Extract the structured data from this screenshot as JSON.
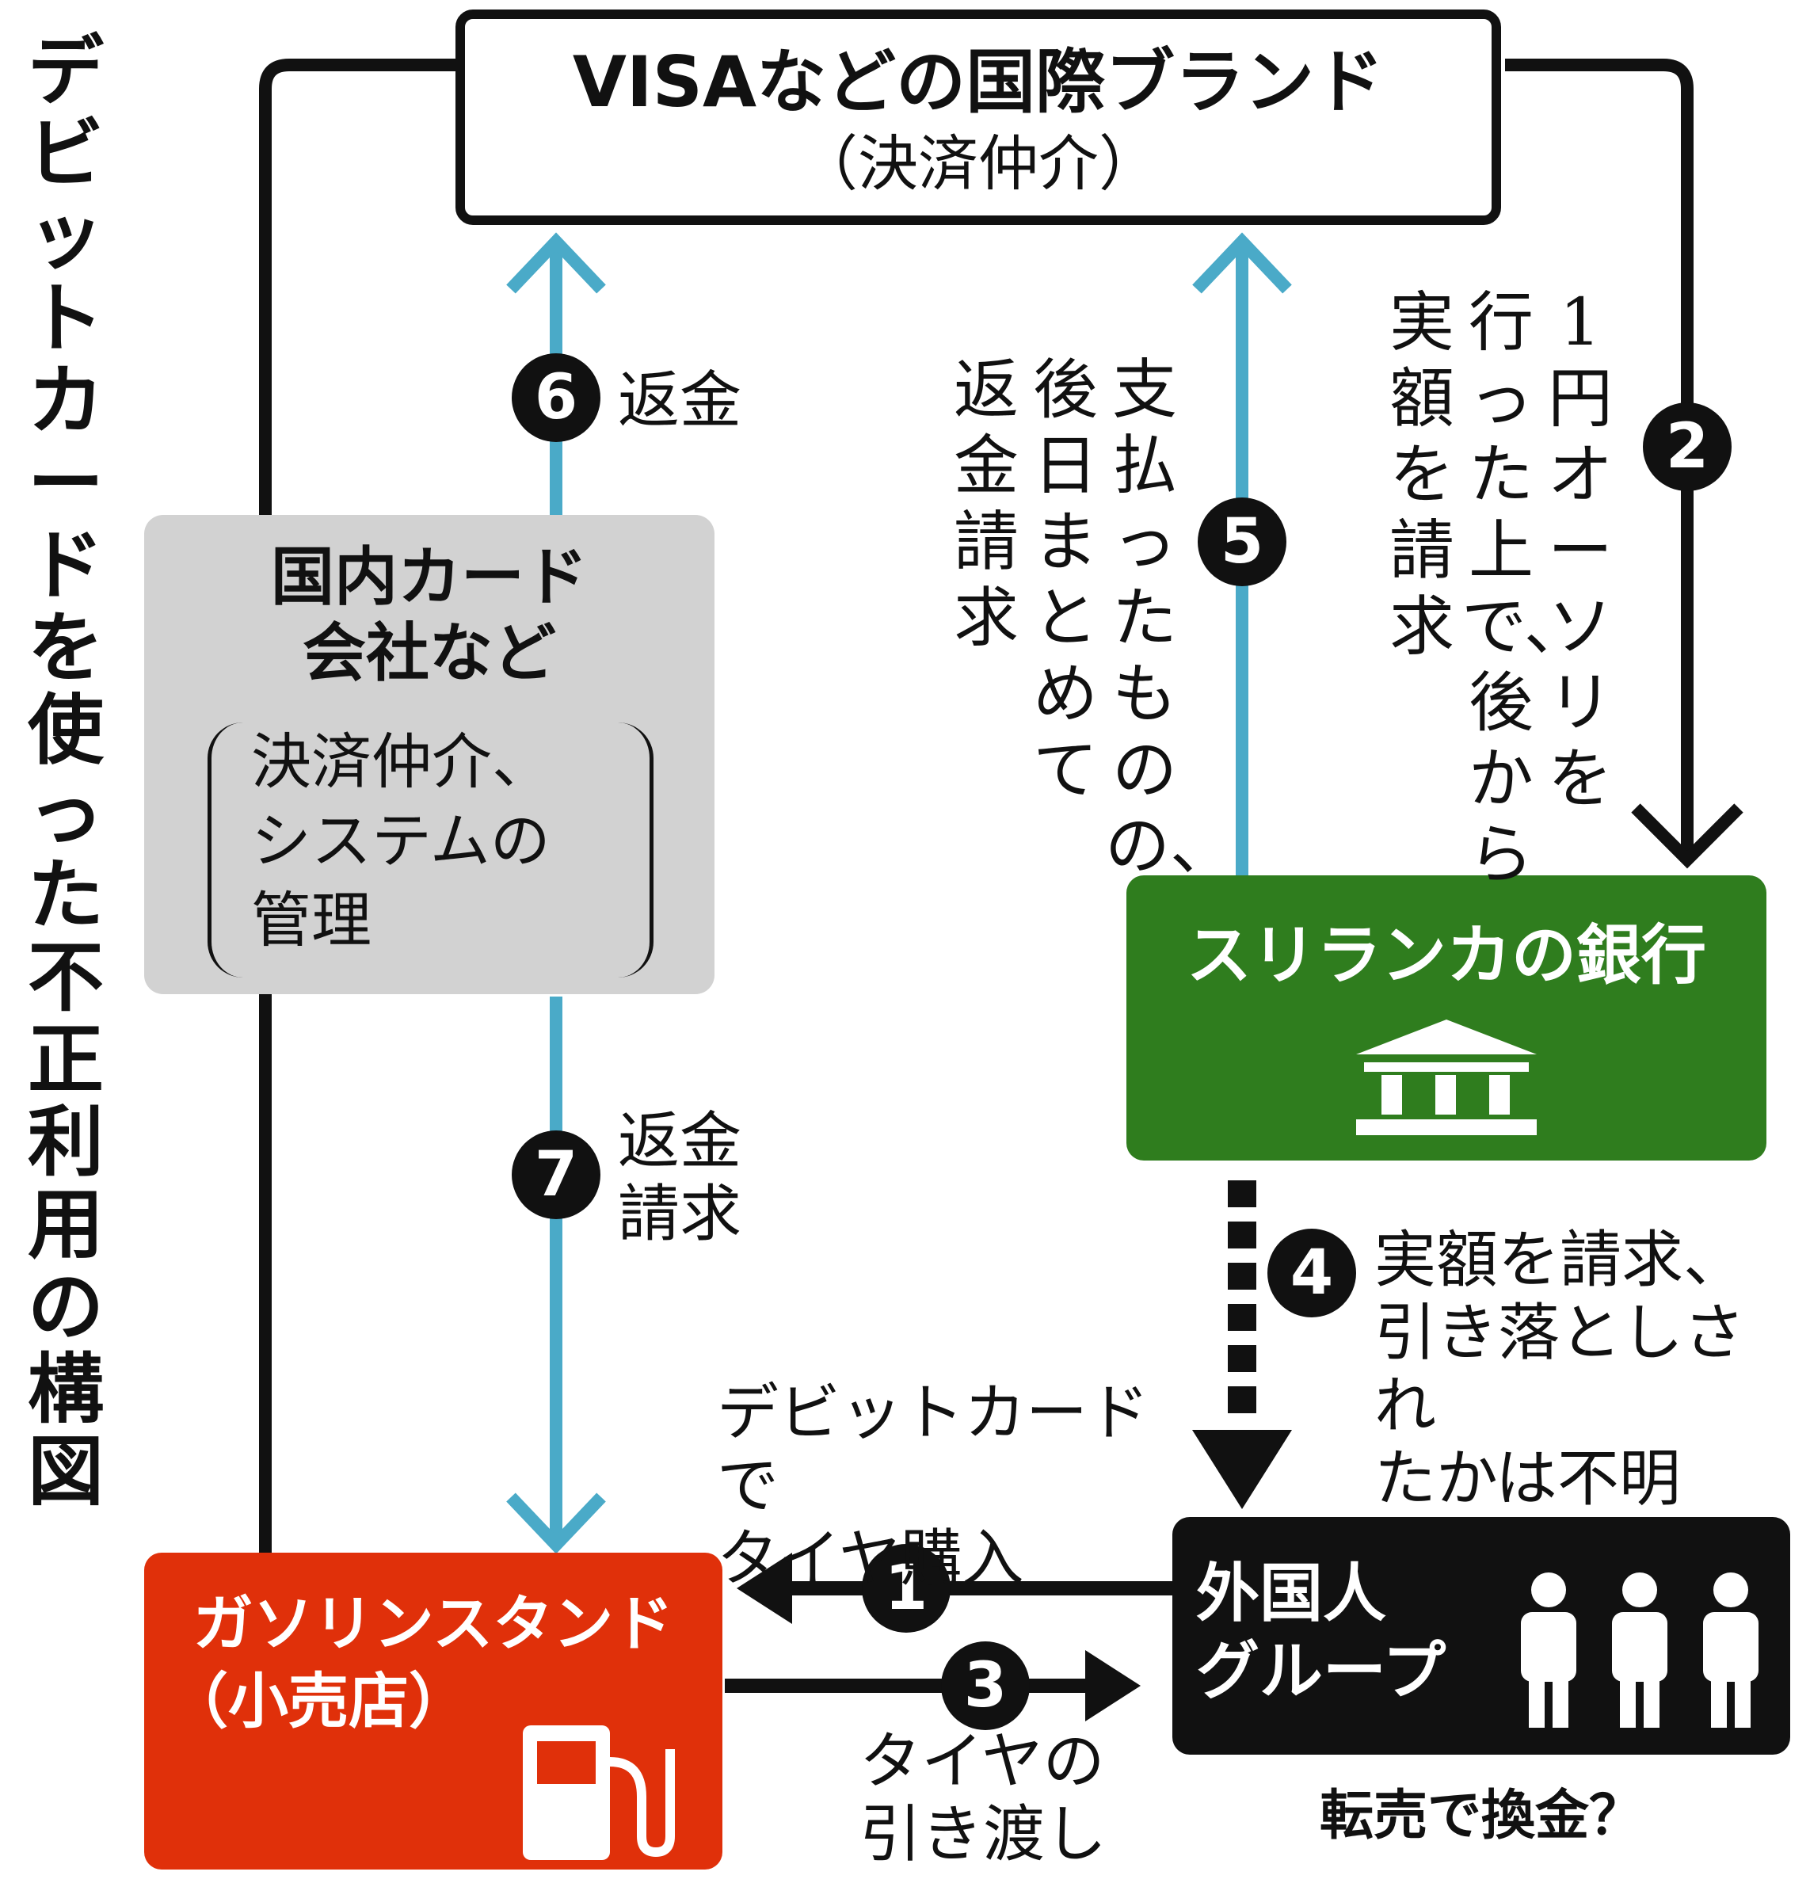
{
  "title": "デビットカードを使った不正利用の構図",
  "colors": {
    "teal_arrow": "#4aaac8",
    "domestic_box": "#d2d2d2",
    "bank_box": "#2f7d1e",
    "gas_box": "#e0300a",
    "group_box": "#111111"
  },
  "nodes": {
    "brand": {
      "line1": "VISAなどの国際ブランド",
      "line2": "（決済仲介）"
    },
    "domestic": {
      "line1": "国内カード",
      "line2": "会社など",
      "sub1": "決済仲介、",
      "sub2": "システムの",
      "sub3": "管理"
    },
    "bank": {
      "label": "スリランカの銀行",
      "icon": "bank-icon"
    },
    "gas": {
      "line1": "ガソリンスタンド",
      "line2": "（小売店）",
      "icon": "fuel-pump-icon"
    },
    "group": {
      "line1": "外国人",
      "line2": "グループ",
      "icon": "people-icon",
      "caption": "転売で換金？"
    }
  },
  "steps": {
    "s1": {
      "num": "1",
      "label": "デビットカードで\nタイヤ購入"
    },
    "s2": {
      "num": "2",
      "col1": "1円オーソリを",
      "col2": "行った上で、後から",
      "col3": "実額を請求"
    },
    "s3": {
      "num": "3",
      "label": "タイヤの\n引き渡し"
    },
    "s4": {
      "num": "4",
      "label": "実額を請求、\n引き落としされ\nたかは不明"
    },
    "s5": {
      "num": "5",
      "col1": "支払ったものの、",
      "col2": "後日まとめて",
      "col3": "返金請求"
    },
    "s6": {
      "num": "6",
      "label": "返金"
    },
    "s7": {
      "num": "7",
      "label": "返金\n請求"
    }
  }
}
